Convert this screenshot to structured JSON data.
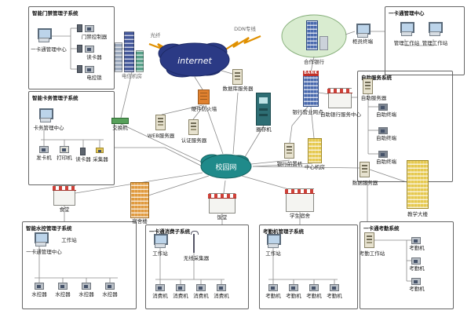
{
  "colors": {
    "internet_cloud": "#2b3a85",
    "campus_cloud": "#1f8a8a",
    "lightning": "#e09000",
    "bank_ellipse": "#d9ecd0"
  },
  "clouds": {
    "internet": "internet",
    "campus": "校园网"
  },
  "links": {
    "ddn": "DDN专线",
    "fiber": "光纤"
  },
  "nodes": {
    "telecom": "电信机房",
    "switch": "交换机",
    "firewall": "硬件防火墙",
    "web_server": "WEB服务器",
    "auth_server": "认证服务器",
    "db_server": "数据库服务器",
    "kiosk": "圈存机",
    "bank_hq": "合作银行",
    "bank_sign": "BANK",
    "bank_branch": "银行营业网点",
    "self_bank": "自助银行服务中心",
    "center_room": "中心机房",
    "front_server": "银行前置机",
    "data_server": "数据服务器",
    "teller_terminal": "柜员终端",
    "dining": "食堂",
    "dorm": "宿舍楼",
    "canteen": "饭堂",
    "dorm2": "学生宿舍",
    "teach_building": "教学大楼"
  },
  "boxes": {
    "access": {
      "title": "智能门禁管理子系统",
      "server": "一卡通管理中心",
      "devices": [
        "门禁控制器",
        "读卡器",
        "电控锁"
      ]
    },
    "card": {
      "title": "智能卡务管理子系统",
      "server": "卡务管理中心",
      "devices": [
        "发卡机",
        "打印机",
        "读卡器",
        "采集器"
      ]
    },
    "center": {
      "title": "一卡通管理中心",
      "terminals": [
        "管理工作站",
        "管理工作站"
      ]
    },
    "self_service": {
      "title": "自助服务系统",
      "server": "自助服务器",
      "devices": [
        "自助终端",
        "自助终端",
        "自助终端"
      ]
    },
    "water": {
      "title": "智能水控管理子系统",
      "server": "一卡通管理中心",
      "workstation": "工作站",
      "devices": [
        "水控器",
        "水控器",
        "水控器",
        "水控器"
      ]
    },
    "consume": {
      "title": "一卡通消费子系统",
      "workstation": "工作站",
      "wireless": "无线采集器",
      "devices": [
        "消费机",
        "消费机",
        "消费机",
        "消费机"
      ]
    },
    "attendance_mgmt": {
      "title": "考勤机管理子系统",
      "workstation": "工作站",
      "devices": [
        "考勤机",
        "考勤机",
        "考勤机",
        "考勤机"
      ]
    },
    "attendance": {
      "title": "一卡通考勤系统",
      "server": "考勤工作站",
      "devices": [
        "考勤机",
        "考勤机",
        "考勤机"
      ]
    }
  }
}
